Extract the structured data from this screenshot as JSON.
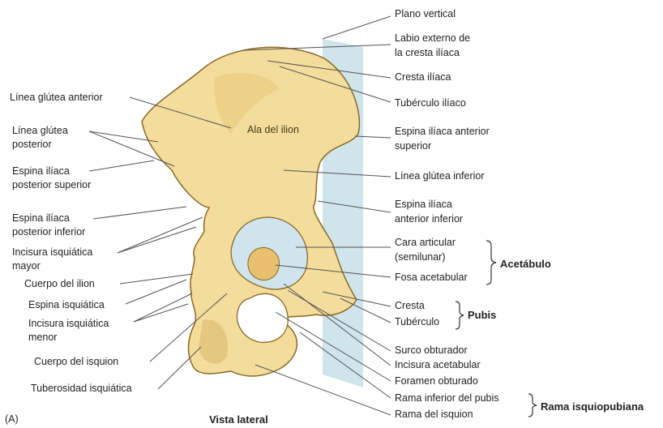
{
  "colors": {
    "bone": "#f3dc9c",
    "bone_shade": "#d9b86a",
    "bone_edge": "#8a6a25",
    "cartilage": "#cfe4ec",
    "plane": "#c7dfe7",
    "leader": "#555555"
  },
  "figure_tag": "(A)",
  "view_caption": "Vista lateral",
  "inner_label": "Ala del ilion",
  "left_labels": {
    "linea_glutea_anterior": "Línea glútea anterior",
    "linea_glutea_posterior_1": "Línea glútea",
    "linea_glutea_posterior_2": "posterior",
    "espina_posterior_superior_1": "Espina ilíaca",
    "espina_posterior_superior_2": "posterior superior",
    "espina_posterior_inferior_1": "Espina ilíaca",
    "espina_posterior_inferior_2": "posterior inferior",
    "incisura_mayor_1": "Incisura isquiática",
    "incisura_mayor_2": "mayor",
    "cuerpo_ilion": "Cuerpo del ilion",
    "espina_isquiatica": "Espina isquiática",
    "incisura_menor_1": "Incisura isquiática",
    "incisura_menor_2": "menor",
    "cuerpo_isquion": "Cuerpo del isquion",
    "tuberosidad": "Tuberosidad isquiática"
  },
  "right_labels": {
    "plano_vertical": "Plano vertical",
    "labio_externo_1": "Labio externo de",
    "labio_externo_2": "la cresta ilíaca",
    "cresta_iliaca": "Cresta ilíaca",
    "tuberculo_iliaco": "Tubérculo ilíaco",
    "espina_anterior_superior_1": "Espina ilíaca anterior",
    "espina_anterior_superior_2": "superior",
    "linea_glutea_inferior": "Línea glútea inferior",
    "espina_anterior_inferior_1": "Espina ilíaca",
    "espina_anterior_inferior_2": "anterior inferior",
    "cara_articular_1": "Cara articular",
    "cara_articular_2": "(semilunar)",
    "fosa_acetabular": "Fosa acetabular",
    "cresta": "Cresta",
    "tuberculo": "Tubérculo",
    "surco_obturador": "Surco obturador",
    "incisura_acetabular": "Incisura acetabular",
    "foramen_obturado": "Foramen obturado",
    "rama_inferior_pubis": "Rama inferior del pubis",
    "rama_isquion": "Rama del isquion"
  },
  "group_labels": {
    "acetabulo": "Acetábulo",
    "pubis": "Pubis",
    "rama_isquiopubiana": "Rama isquiopubiana"
  }
}
